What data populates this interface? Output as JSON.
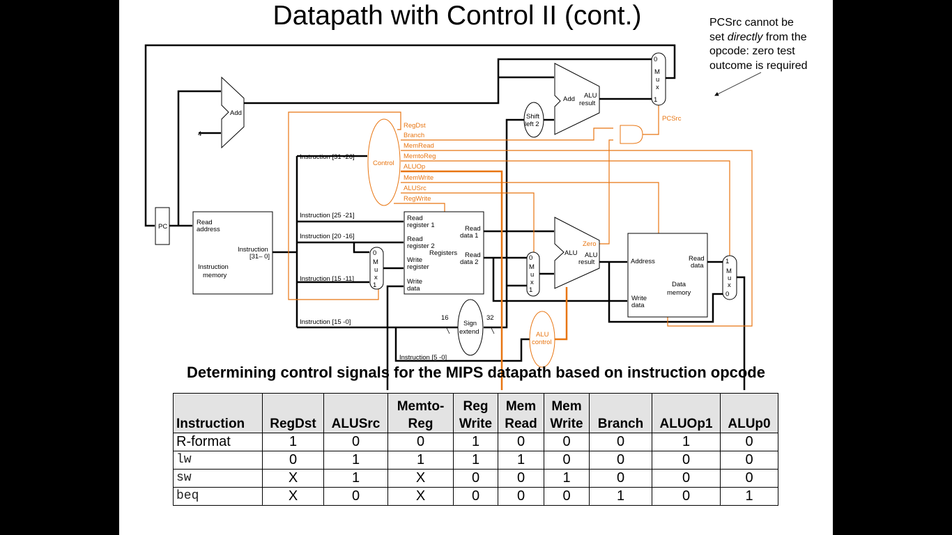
{
  "title": "Datapath with Control II (cont.)",
  "note": {
    "l1": "PCSrc cannot be",
    "l2a": "set ",
    "l2b": "directly",
    "l2c": " from the",
    "l3": "opcode: zero test",
    "l4": "outcome is required"
  },
  "colors": {
    "control": "#e87511",
    "wire": "#000000",
    "header_bg": "#e3e3e3"
  },
  "diagram": {
    "pc": "PC",
    "add": "Add",
    "four": "4",
    "read_address_1": "Read",
    "read_address_2": "address",
    "imem_out_1": "Instruction",
    "imem_out_2": "[31– 0]",
    "imem_1": "Instruction",
    "imem_2": "memory",
    "control": "Control",
    "signals": [
      "RegDst",
      "Branch",
      "MemRead",
      "MemtoReg",
      "ALUOp",
      "MemWrite",
      "ALUSrc",
      "RegWrite"
    ],
    "instr_31_26": "Instruction [31 -26]",
    "instr_25_21": "Instruction [25 -21]",
    "instr_20_16": "Instruction [20 -16]",
    "instr_15_11": "Instruction [15 -11]",
    "instr_15_0": "Instruction [15 -0]",
    "instr_5_0": "Instruction [5 -0]",
    "reg": {
      "rr1a": "Read",
      "rr1b": "register 1",
      "rr2a": "Read",
      "rr2b": "register 2",
      "wra": "Write",
      "wrb": "register",
      "wda": "Write",
      "wdb": "data",
      "title": "Registers",
      "rd1a": "Read",
      "rd1b": "data 1",
      "rd2a": "Read",
      "rd2b": "data 2"
    },
    "mux": {
      "m": "M",
      "u": "u",
      "x": "x",
      "zero": "0",
      "one": "1"
    },
    "shift_1": "Shift",
    "shift_2": "left 2",
    "alu_result_1": "ALU",
    "alu_result_2": "result",
    "alu": "ALU",
    "zero": "Zero",
    "pcsrc": "PCSrc",
    "sign_1": "Sign",
    "sign_2": "extend",
    "bits16": "16",
    "bits32": "32",
    "aluctl_1": "ALU",
    "aluctl_2": "control",
    "dmem": {
      "address": "Address",
      "wda": "Write",
      "wdb": "data",
      "rda": "Read",
      "rdb": "data",
      "t1": "Data",
      "t2": "memory"
    }
  },
  "subtitle": "Determining control signals for the MIPS datapath based on instruction opcode",
  "table": {
    "headers": [
      [
        "",
        "Instruction"
      ],
      [
        "",
        "RegDst"
      ],
      [
        "",
        "ALUSrc"
      ],
      [
        "Memto-",
        "Reg"
      ],
      [
        "Reg",
        "Write"
      ],
      [
        "Mem",
        "Read"
      ],
      [
        "Mem",
        "Write"
      ],
      [
        "",
        "Branch"
      ],
      [
        "",
        "ALUOp1"
      ],
      [
        "",
        "ALUp0"
      ]
    ],
    "rows": [
      [
        "R-format",
        "1",
        "0",
        "0",
        "1",
        "0",
        "0",
        "0",
        "1",
        "0"
      ],
      [
        "lw",
        "0",
        "1",
        "1",
        "1",
        "1",
        "0",
        "0",
        "0",
        "0"
      ],
      [
        "sw",
        "X",
        "1",
        "X",
        "0",
        "0",
        "1",
        "0",
        "0",
        "0"
      ],
      [
        "beq",
        "X",
        "0",
        "X",
        "0",
        "0",
        "0",
        "1",
        "0",
        "1"
      ]
    ]
  }
}
